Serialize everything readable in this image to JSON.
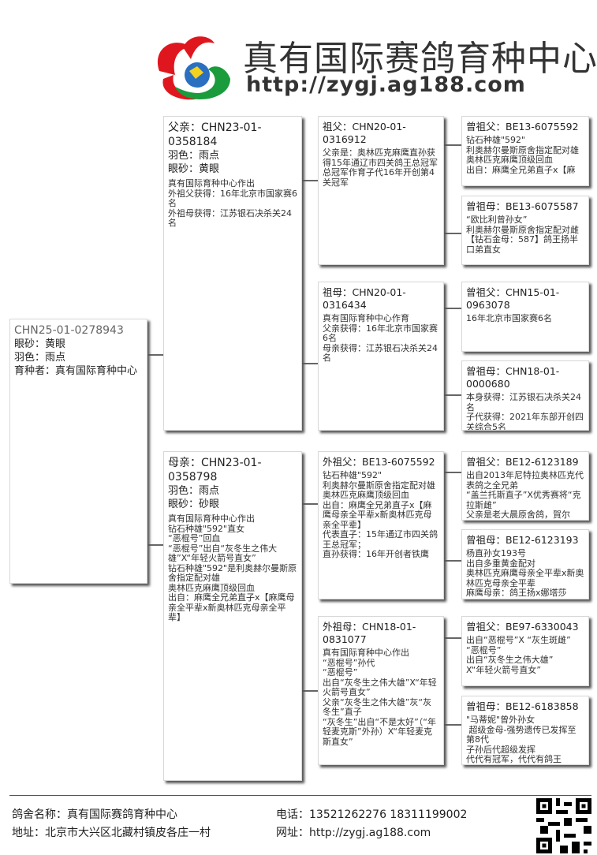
{
  "header": {
    "title": "真有国际赛鸽育种中心",
    "url": "http://zygj.ag188.com"
  },
  "subject": {
    "ring": "CHN25-01-0278943",
    "eye": "眼砂：黄眼",
    "color": "羽色：雨点",
    "breeder": "育种者：真有国际育种中心"
  },
  "sire": {
    "title": "父亲：CHN23-01-0358184",
    "color": "羽色：雨点",
    "eye": "眼砂：黄眼",
    "notes": "真有国际育种中心作出\n外祖父获得：16年北京市国家赛6名\n外祖母获得：江苏银石决杀关24名"
  },
  "dam": {
    "title": "母亲：CHN23-01-0358798",
    "color": "羽色：雨点",
    "eye": "眼砂：砂眼",
    "notes": "真有国际育种中心作出\n钻石种雄\"592\"直女\n“恶棍号”回血\n“恶棍号”出自“灰冬生之伟大雄”X“年轻火箭号直女”\n钻石种雄\"592\"是利奥赫尔曼斯原舍指定配对雄\n奥林匹克麻鹰顶级回血\n出自：麻鹰全兄弟直子x【麻鹰母亲全平辈x新奥林匹克母亲全平辈】"
  },
  "sire_sire": {
    "title": "祖父：CHN20-01-0316912",
    "notes": "父亲是：奥林匹克麻鹰直孙获得15年通辽市四关鸽王总冠军\n总冠军作育子代16年开创第4关冠军"
  },
  "sire_dam": {
    "title": "祖母：CHN20-01-0316434",
    "notes": "真有国际育种中心作育\n父亲获得：16年北京市国家赛6名\n母亲获得：江苏银石决杀关24名"
  },
  "dam_sire": {
    "title": "外祖父：BE13-6075592",
    "notes": "钻石种雄\"592\"\n利奥赫尔曼斯原舍指定配对雄\n奥林匹克麻鹰顶级回血\n出自：麻鹰全兄弟直子x【麻鹰母亲全平辈x新奥林匹克母亲全平辈】\n代表直子：15年通辽市四关鸽王总冠军；\n直孙获得：16年开创者铁鹰"
  },
  "dam_dam": {
    "title": "外祖母：CHN18-01-0831077",
    "notes": "真有国际育种中心作出\n“恶棍号”孙代\n“恶棍号”\n出自“灰冬生之伟大雄”X“年轻火箭号直女”\n父亲“灰冬生之伟大雄”灰“灰冬生”直子\n“灰冬生”出自“不是太好”（“年轻麦克斯”外孙）X“年轻麦克斯直女”"
  },
  "great": [
    {
      "title": "曾祖父：BE13-6075592",
      "notes": "钻石种雄\"592\"\n利奥赫尔曼斯原舍指定配对雄\n奥林匹克麻鹰顶级回血\n出自：麻鹰全兄弟直子x【麻"
    },
    {
      "title": "曾祖母：BE13-6075587",
      "notes": "“欧比利曾孙女”\n利奥赫尔曼斯原舍指定配对雌\n【钻石金母：587】鸽王扬半口弟直女"
    },
    {
      "title": "曾祖父：CHN15-01-0963078",
      "notes": "16年北京市国家赛6名"
    },
    {
      "title": "曾祖母：CHN18-01-0000680",
      "notes": "本身获得：江苏银石决杀关24名\n子代获得：2021年东部开创四关综合5名"
    },
    {
      "title": "曾祖父：BE12-6123189",
      "notes": "出自2013年尼特拉奥林匹克代表鸽之全兄弟\n“盖兰托斯直子”X优秀赛将“克拉斯雌”\n父亲是老大晨原舍鸽，賀尔"
    },
    {
      "title": "曾祖母：BE12-6123193",
      "notes": "杨直孙女193号\n出自多重黄金配对\n奥林匹克麻鹰母亲全平辈x新奥林匹克母亲全平辈\n麻鹰母亲：鸽王扬x娜塔莎"
    },
    {
      "title": "曾祖父：BE97-6330043",
      "notes": "出自“恶棍号”X “灰生斑雌”\n“恶棍号”\n出自“灰冬生之伟大雄”\nX“年轻火箭号直女”"
    },
    {
      "title": "曾祖母：BE12-6183858",
      "notes": "\"马蒂妮\"曾外孙女\n 超级金母-强势遗传已发挥至第8代\n子孙后代超级发挥\n代代有冠军，代代有鸽王"
    }
  ],
  "footer": {
    "loft": "鸽舍名称：真有国际赛鸽育种中心",
    "address": "地址：北京市大兴区北藏村镇皮各庄一村",
    "phone": "电话：13521262276 18311199002",
    "site": "网址：http://zygj.ag188.com"
  }
}
